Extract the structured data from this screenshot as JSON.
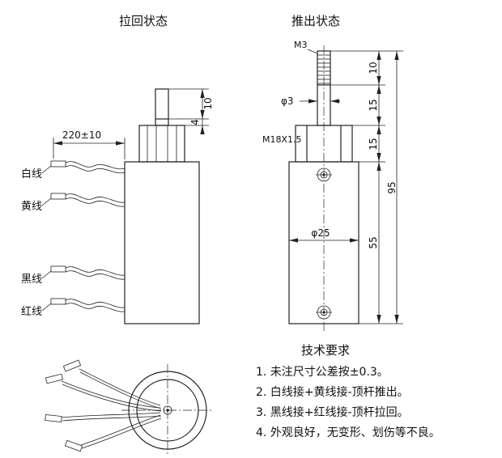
{
  "titles": {
    "retracted": "拉回状态",
    "extended": "推出状态"
  },
  "retracted_view": {
    "wire_length_dim": "220±10",
    "rod_dim_upper": "10",
    "rod_dim_lower": "4",
    "wire_labels": [
      "白线",
      "黄线",
      "黑线",
      "红线"
    ]
  },
  "extended_view": {
    "thread_label": "M3",
    "rod_diameter": "φ3",
    "mount_thread": "M18X1.5",
    "body_diameter": "φ25",
    "dim_segments": [
      "10",
      "15",
      "15",
      "55"
    ],
    "dim_total": "95"
  },
  "tech_requirements": {
    "title": "技术要求",
    "items": [
      "1. 未注尺寸公差按±0.3。",
      "2. 白线接+黄线接-顶杆推出。",
      "3. 黑线接+红线接-顶杆拉回。",
      "4. 外观良好，无变形、划伤等不良。"
    ]
  },
  "colors": {
    "line": "#222222",
    "background": "#ffffff"
  }
}
